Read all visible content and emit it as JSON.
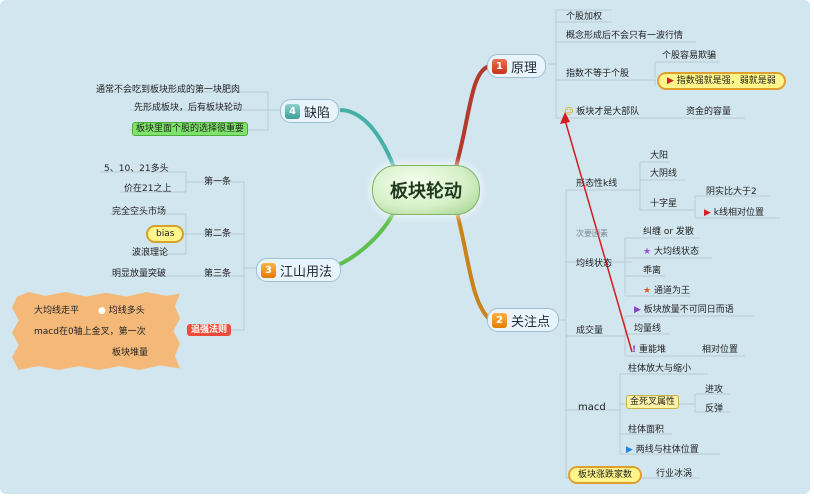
{
  "center": "板块轮动",
  "branches": {
    "b1": {
      "num": "1",
      "label": "原理"
    },
    "b2": {
      "num": "2",
      "label": "关注点"
    },
    "b3": {
      "num": "3",
      "label": "江山用法"
    },
    "b4": {
      "num": "4",
      "label": "缺陷"
    }
  },
  "yuanli": {
    "n1": "个股加权",
    "n2": "概念形成后不会只有一波行情",
    "n3": "指数不等于个股",
    "n3a": "个股容易欺骗",
    "n3b": "指数强就是强，弱就是弱",
    "n4": "板块才是大部队",
    "n4a": "资金的容量"
  },
  "guanzhu": {
    "xingtai": "形态性k线",
    "dayang": "大阳",
    "dayinxian": "大阴线",
    "shizixing": "十字星",
    "shiti": "阴实比大于2",
    "kxian": "k线相对位置",
    "ciyao": "次要因素",
    "junxian": "均线状态",
    "jiuchan": "纠缠 or 发散",
    "dajunxian": "大均线状态",
    "biaoli": "乖离",
    "tonglu": "通道为王",
    "chengjiao": "成交量",
    "bankuai_liang": "板块放量不可同日而语",
    "junliang": "均量线",
    "chonglu": "重能堆",
    "xiangdui": "相对位置",
    "macd": "macd",
    "zhuti": "柱体放大与缩小",
    "jinsi": "金死叉属性",
    "jingong": "进攻",
    "fantan": "反弹",
    "zhumian": "柱体面积",
    "liangxian": "两线与柱体位置",
    "zhangdie": "板块涨跌家数",
    "hangye": "行业冰涡"
  },
  "jiangshan": {
    "tiao1": "第一条",
    "t1a": "5、10、21多头",
    "t1b": "价在21之上",
    "tiao2": "第二条",
    "t2a": "完全空头市场",
    "t2b": "bias",
    "t2c": "波浪理论",
    "tiao3": "第三条",
    "t3a": "明显放量突破",
    "zhuiqiang": "追强法则",
    "note1a": "大均线走平",
    "note1b": "均线多头",
    "note2": "macd在0轴上金叉，第一次",
    "note3": "板块堆量"
  },
  "quexian": {
    "q1": "通常不会吃到板块形成的第一块肥肉",
    "q2": "先形成板块，后有板块轮动",
    "q3": "板块里面个股的选择很重要"
  }
}
